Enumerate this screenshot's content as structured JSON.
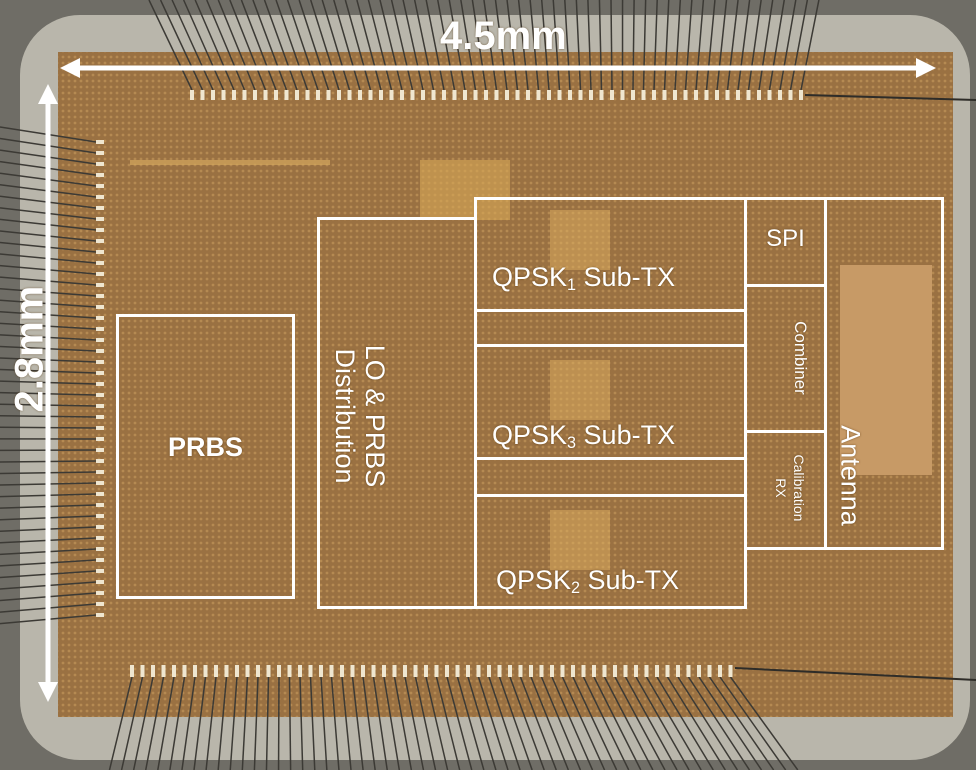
{
  "dimensions": {
    "width": "4.5mm",
    "height": "2.8mm"
  },
  "blocks": {
    "prbs": "PRBS",
    "lo_prbs": "LO & PRBS Distribution",
    "qpsk1": {
      "name": "QPSK",
      "sub": "1",
      "suffix": " Sub-TX"
    },
    "qpsk3": {
      "name": "QPSK",
      "sub": "3",
      "suffix": " Sub-TX"
    },
    "qpsk2": {
      "name": "QPSK",
      "sub": "2",
      "suffix": " Sub-TX"
    },
    "spi": "SPI",
    "combiner": "Combiner",
    "calibration_rx": {
      "line1": "Calibration",
      "line2": "RX"
    },
    "antenna": "Antenna"
  },
  "colors": {
    "die": "#9c7442",
    "package": "#8a887e",
    "annotation": "#ffffff"
  }
}
